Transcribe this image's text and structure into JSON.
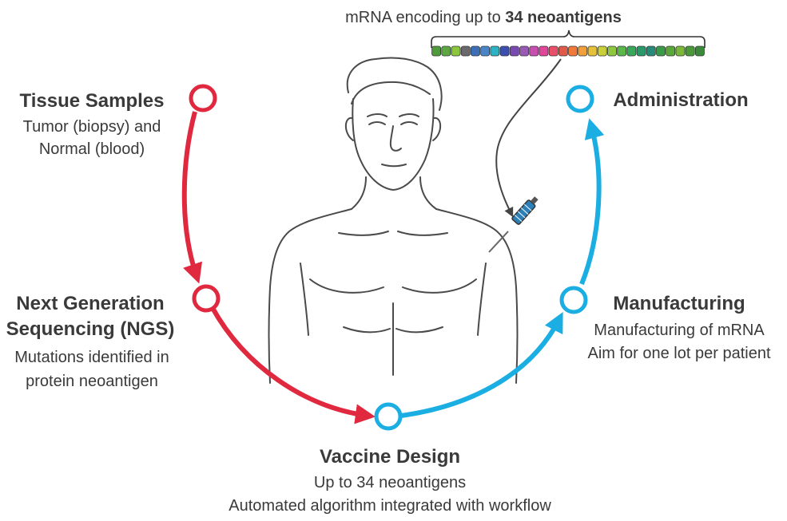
{
  "header": {
    "prefix": "mRNA encoding up to ",
    "bold": "34 neoantigens"
  },
  "stages": {
    "tissue": {
      "title": "Tissue Samples",
      "line1": "Tumor (biopsy) and",
      "line2": "Normal (blood)"
    },
    "ngs": {
      "title_line1": "Next Generation",
      "title_line2": "Sequencing (NGS)",
      "line1": "Mutations identified in",
      "line2": "protein neoantigen"
    },
    "vaccine": {
      "title": "Vaccine Design",
      "line1": "Up to 34 neoantigens",
      "line2": "Automated algorithm integrated with workflow"
    },
    "manufacturing": {
      "title": "Manufacturing",
      "line1": "Manufacturing of mRNA",
      "line2": "Aim for one lot per patient"
    },
    "administration": {
      "title": "Administration"
    }
  },
  "colors": {
    "red": "#e0283e",
    "blue": "#1aaee3",
    "text": "#3a3a3a",
    "outline": "#4a4a4a"
  },
  "mrna_segment_colors": [
    "#4f9a3a",
    "#5da845",
    "#8cc63f",
    "#6a6a6a",
    "#3d6fb6",
    "#4a86c7",
    "#2bb3c4",
    "#3a4fb0",
    "#7a4ab3",
    "#9b59b6",
    "#c64fb0",
    "#e0479a",
    "#e8506a",
    "#e05a4a",
    "#f07a3a",
    "#f0a03a",
    "#e6c13a",
    "#c8d03a",
    "#8fc740",
    "#5ab84a",
    "#3aa85a",
    "#2a9a6a",
    "#2a8a7a",
    "#3a9a4a",
    "#5aa83a",
    "#7ab83a",
    "#4a9a3a",
    "#3a8a3a"
  ]
}
